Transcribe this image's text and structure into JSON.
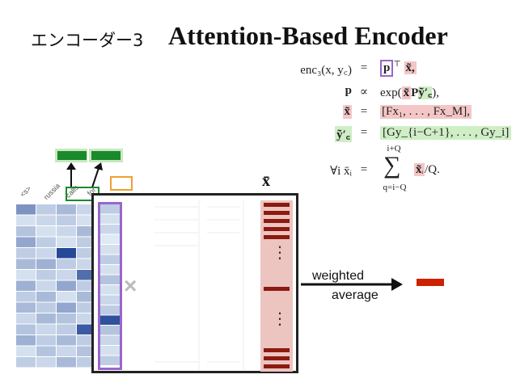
{
  "title": {
    "japanese": "エンコーダー3",
    "english": "Attention-Based Encoder"
  },
  "equations": [
    {
      "lhs": "enc₃(x, y꜀)",
      "op": "=",
      "rhs": "pᵀ x̃,"
    },
    {
      "lhs": "p",
      "op": "∝",
      "rhs": "exp(x̃ P ỹ′꜀),"
    },
    {
      "lhs": "x̃",
      "op": "=",
      "rhs": "[Fx₁, . . . , Fx_M],"
    },
    {
      "lhs": "ỹ′꜀",
      "op": "=",
      "rhs": "[Gy_{i−C+1}, . . . , Gy_i]"
    },
    {
      "lhs": "∀i  x̄ᵢ",
      "op": "=",
      "rhs": "Σ x̃ᵢ / Q.",
      "sum_top": "i+Q",
      "sum_bottom": "q=i−Q"
    }
  ],
  "tokens": [
    "<s>",
    "russia",
    "calls",
    "for"
  ],
  "xbar_label": "x̄",
  "weighted_label": "weighted",
  "average_label": "average",
  "times_sign": "×",
  "vdots": "⋮",
  "colors": {
    "green": "#1a8a2a",
    "orange": "#f0a030",
    "purple": "#9966cc",
    "dark_red": "#8b1a10",
    "red": "#cc2200",
    "pink": "#f4c6c6",
    "light_green": "#cfeec6"
  },
  "heatmap": {
    "rows": 15,
    "cols": 4,
    "values": [
      [
        0.5,
        0.2,
        0.3,
        0.15
      ],
      [
        0.1,
        0.15,
        0.2,
        0.1
      ],
      [
        0.25,
        0.1,
        0.15,
        0.3
      ],
      [
        0.4,
        0.2,
        0.1,
        0.2
      ],
      [
        0.2,
        0.15,
        0.9,
        0.2
      ],
      [
        0.3,
        0.35,
        0.2,
        0.15
      ],
      [
        0.1,
        0.2,
        0.15,
        0.7
      ],
      [
        0.35,
        0.15,
        0.4,
        0.2
      ],
      [
        0.2,
        0.3,
        0.1,
        0.3
      ],
      [
        0.3,
        0.2,
        0.4,
        0.2
      ],
      [
        0.15,
        0.3,
        0.25,
        0.15
      ],
      [
        0.25,
        0.15,
        0.2,
        0.8
      ],
      [
        0.35,
        0.2,
        0.3,
        0.2
      ],
      [
        0.1,
        0.25,
        0.15,
        0.25
      ],
      [
        0.2,
        0.15,
        0.3,
        0.2
      ]
    ]
  },
  "attention_column": [
    0.2,
    0.1,
    0.15,
    0.05,
    0.1,
    0.2,
    0.1,
    0.25,
    0.1,
    0.15,
    0.2,
    0.85,
    0.25,
    0.15,
    0.1,
    0.2
  ]
}
